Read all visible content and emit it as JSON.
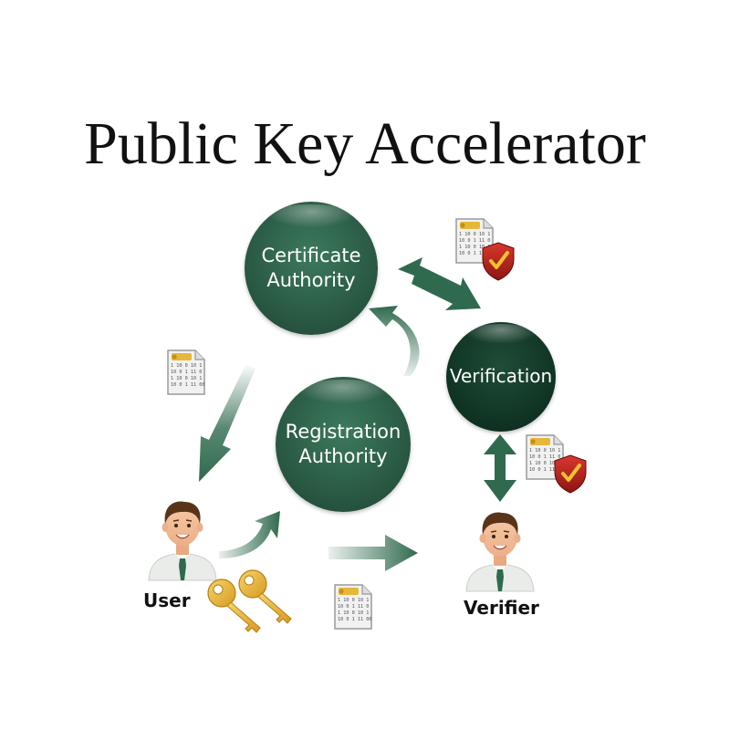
{
  "title": "Public Key Accelerator",
  "nodes": {
    "certificate_authority": {
      "line1": "Certificate",
      "line2": "Authority"
    },
    "registration_authority": {
      "line1": "Registration",
      "line2": "Authority"
    },
    "verification": {
      "label": "Verification"
    }
  },
  "people": {
    "user": "User",
    "verifier": "Verifier"
  },
  "colors": {
    "dark_green": "#244f3c",
    "darkest_green": "#0d2e20",
    "arrow_green": "#2f6a4e",
    "key_gold": "#e6b83a",
    "shield_red": "#b8231f"
  },
  "icons": [
    "certificate-doc-icon",
    "key-icon",
    "shield-check-icon",
    "person-icon",
    "arrow-icon"
  ]
}
